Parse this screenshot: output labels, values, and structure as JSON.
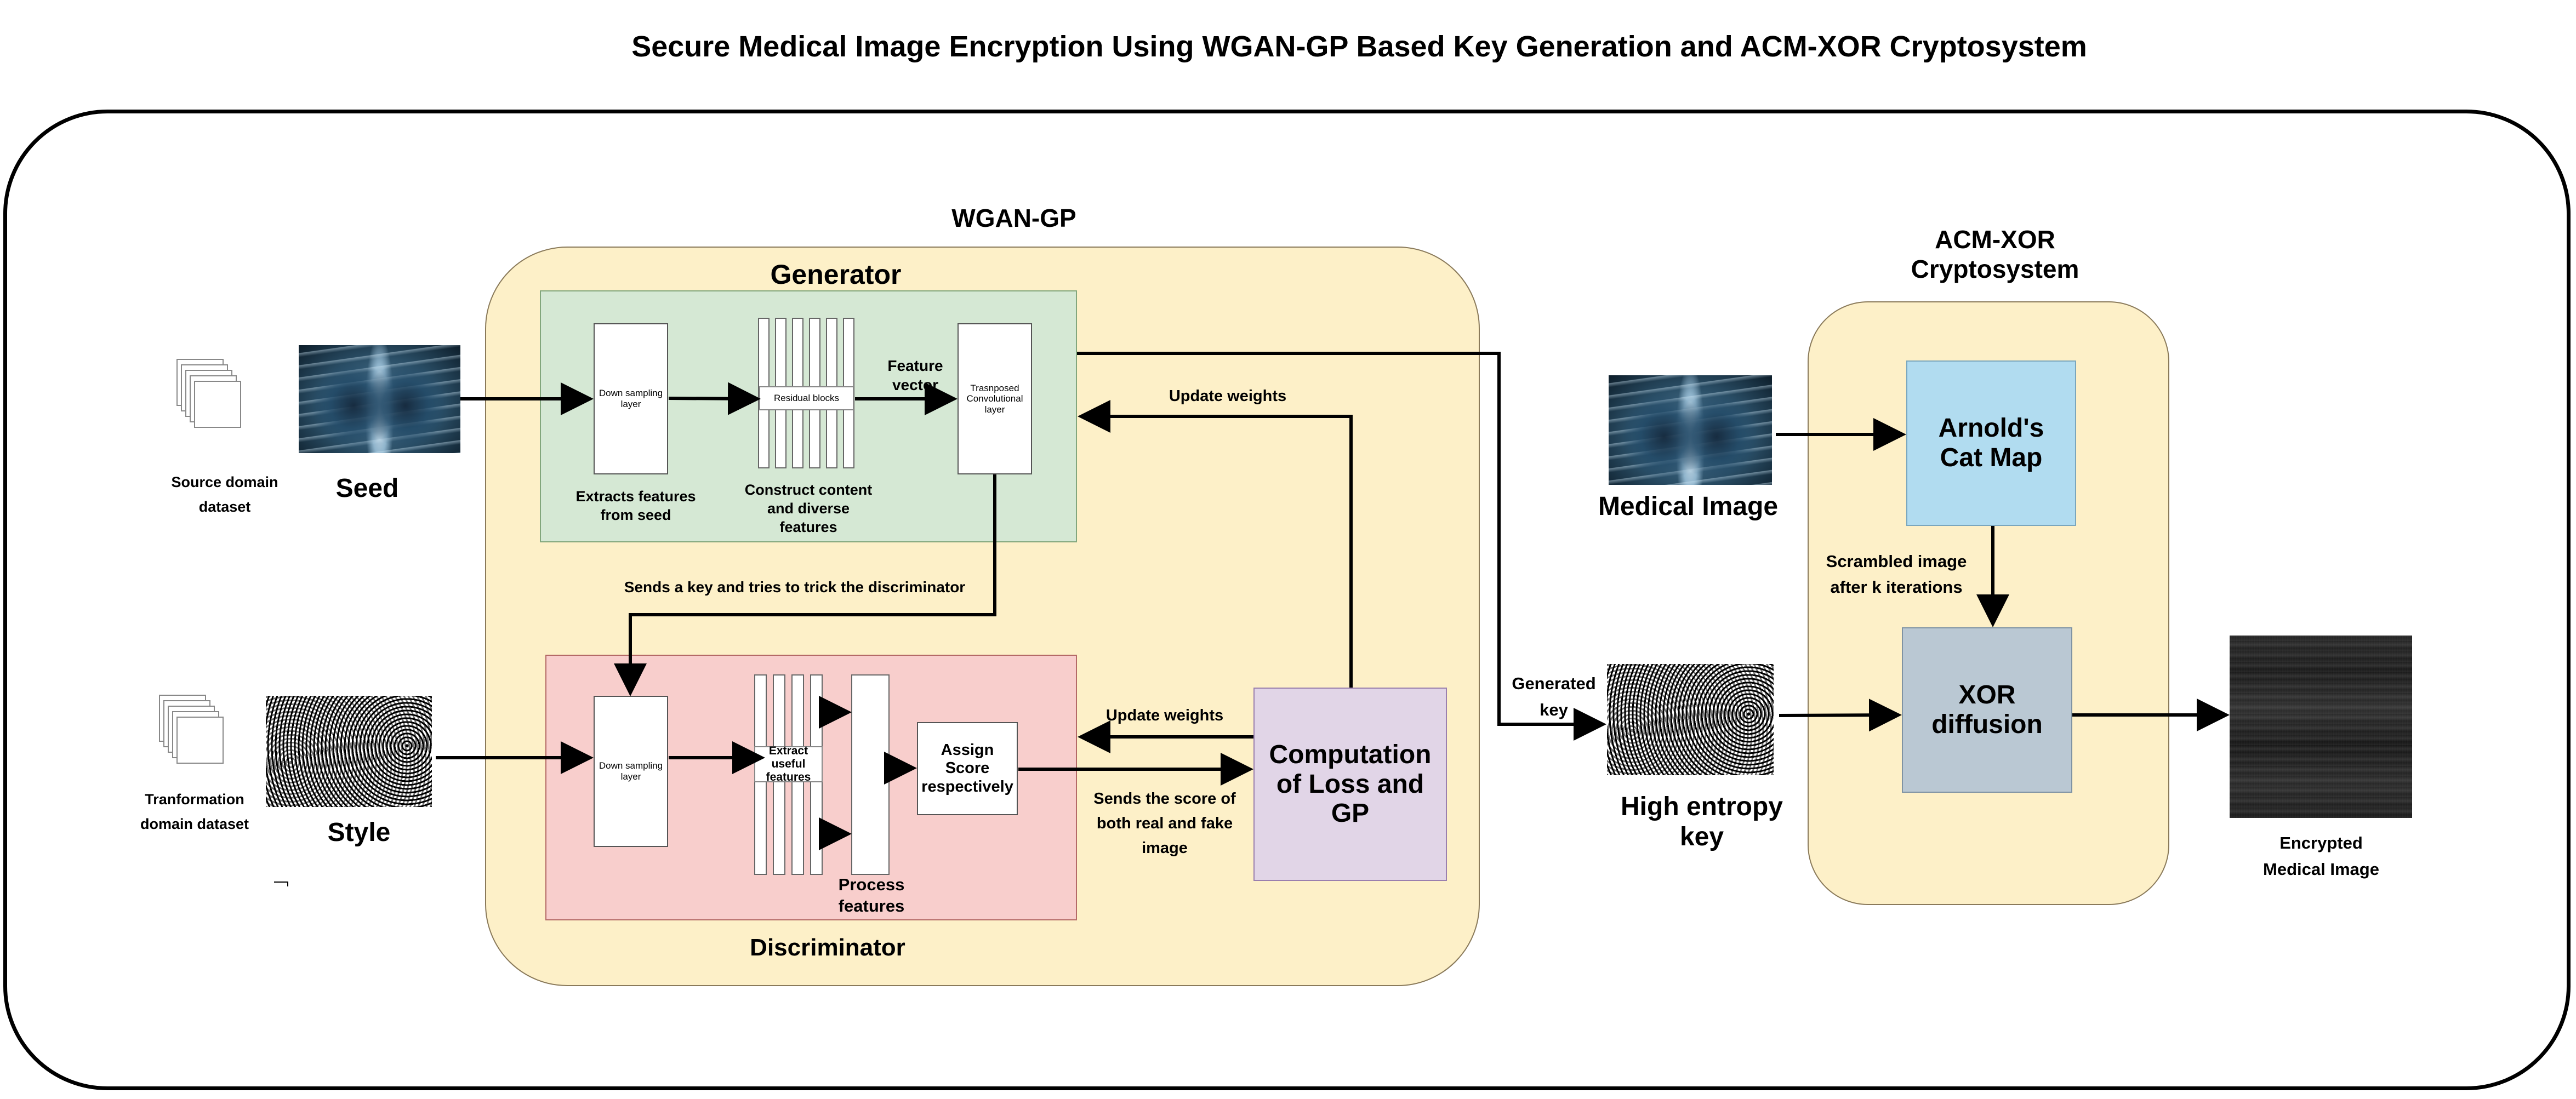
{
  "title": "Secure Medical Image Encryption Using WGAN-GP Based Key Generation and ACM-XOR Cryptosystem",
  "wgan": {
    "label": "WGAN-GP",
    "generator": {
      "label": "Generator",
      "down_sampling": "Down sampling\nlayer",
      "residual_blocks": "Residual blocks",
      "transposed": "Trasnposed\nConvolutional\nlayer",
      "feature_vector": "Feature\nvector",
      "extracts_features": "Extracts features\nfrom seed",
      "construct_content": "Construct content\nand diverse\nfeatures"
    },
    "discriminator": {
      "label": "Discriminator",
      "down_sampling": "Down sampling\nlayer",
      "extract_useful": "Extract\nuseful\nfeatures",
      "assign_score": "Assign Score\nrespectively",
      "process_features": "Process\nfeatures"
    },
    "loss_box": "Computation\nof Loss and\nGP",
    "update_weights_top": "Update weights",
    "update_weights_bottom": "Update weights",
    "sends_key": "Sends a key and tries to trick the discriminator",
    "sends_score": "Sends the score of\nboth real and fake\nimage"
  },
  "inputs": {
    "source_dataset": "Source domain\ndataset",
    "seed": "Seed",
    "transformation_dataset": "Tranformation\ndomain dataset",
    "style": "Style"
  },
  "acm": {
    "label": "ACM-XOR\nCryptosystem",
    "cat_map": "Arnold's\nCat Map",
    "xor": "XOR\ndiffusion",
    "scrambled": "Scrambled image\nafter k iterations"
  },
  "outputs": {
    "medical_image": "Medical Image",
    "generated_key": "Generated\nkey",
    "high_entropy_key": "High entropy\nkey",
    "encrypted": "Encrypted\nMedical Image"
  },
  "colors": {
    "outer_border": "#000000",
    "wgan_panel": "#fdf0c8",
    "generator_panel": "#d5e8d4",
    "discriminator_panel": "#f8cecc",
    "loss_box": "#e1d5e7",
    "cat_map_box": "#b1dcf0",
    "xor_box": "#bac8d3",
    "acm_panel": "#fdf0c8"
  }
}
